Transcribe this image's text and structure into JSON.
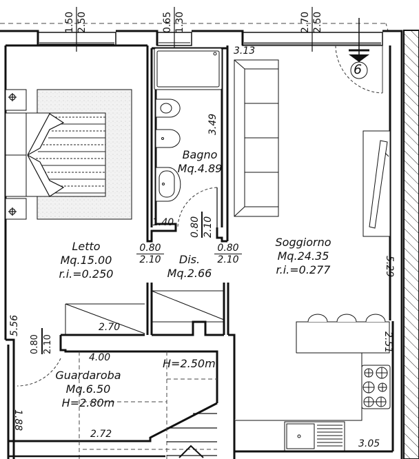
{
  "plan": {
    "type": "apartment floor plan",
    "rooms": [
      {
        "id": "letto",
        "name": "Letto",
        "area": "Mq.15.00",
        "ri": "r.i.=0.250"
      },
      {
        "id": "bagno",
        "name": "Bagno",
        "area": "Mq.4.89"
      },
      {
        "id": "dis",
        "name": "Dis.",
        "area": "Mq.2.66"
      },
      {
        "id": "soggiorno",
        "name": "Soggiorno",
        "area": "Mq.24.35",
        "ri": "r.i.=0.277"
      },
      {
        "id": "guardaroba",
        "name": "Guardaroba",
        "area": "Mq.6.50",
        "height": "H=2.80m"
      }
    ],
    "top_window_dims": [
      {
        "w": "1.50",
        "h": "2.50"
      },
      {
        "w": "0.65",
        "h": "1.30"
      },
      {
        "w": "2.70",
        "h": "2.50"
      }
    ],
    "door_dims": [
      {
        "w": "0.80",
        "h": "2.10",
        "location": "letto"
      },
      {
        "w": "0.80",
        "h": "2.10",
        "location": "bagno"
      },
      {
        "w": "0.80",
        "h": "2.10",
        "location": "soggiorno"
      },
      {
        "w": "0.80",
        "h": "2.10",
        "location": "guardaroba"
      }
    ],
    "wall_dims": {
      "soggiorno_top": "3.13",
      "bagno_side": "3.49",
      "bagno_bottom": "1.40",
      "soggiorno_right": "5.29",
      "kitchen_right": "2.51",
      "kitchen_bottom": "3.05",
      "letto_left": "5.56",
      "letto_bottom": "2.70",
      "guardaroba_top": "4.00",
      "guardaroba_left": "1.88",
      "guardaroba_bottom": "2.72"
    },
    "stair_height": "H=2.50m",
    "section_marker": "6"
  }
}
